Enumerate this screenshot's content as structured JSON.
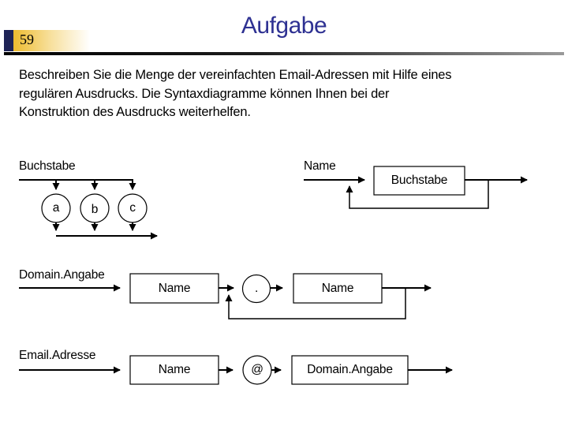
{
  "slide": {
    "page_number": "59",
    "title": "Aufgabe",
    "body_lines": {
      "l1": "Beschreiben Sie die Menge der vereinfachten Email-Adressen mit Hilfe eines",
      "l2": "regulären Ausdrucks. Die Syntaxdiagramme können Ihnen bei der",
      "l3": "Konstruktion des Ausdrucks weiterhelfen."
    }
  },
  "diagrams": {
    "buchstabe": {
      "title": "Buchstabe",
      "alt_a": "a",
      "alt_b": "b",
      "alt_c": "c"
    },
    "name": {
      "title": "Name",
      "box_label": "Buchstabe"
    },
    "domain_angabe": {
      "title": "Domain.Angabe",
      "box1_label": "Name",
      "terminal": ".",
      "box2_label": "Name"
    },
    "email_adresse": {
      "title": "Email.Adresse",
      "box1_label": "Name",
      "terminal": "@",
      "box2_label": "Domain.Angabe"
    }
  },
  "colors": {
    "title_text": "#2E3192",
    "page_tab_gold": "#EDBB2F",
    "page_tab_bar": "#1E2356",
    "rule_left": "#000000",
    "rule_right": "#9A9A9A",
    "diagram_stroke": "#000000"
  }
}
